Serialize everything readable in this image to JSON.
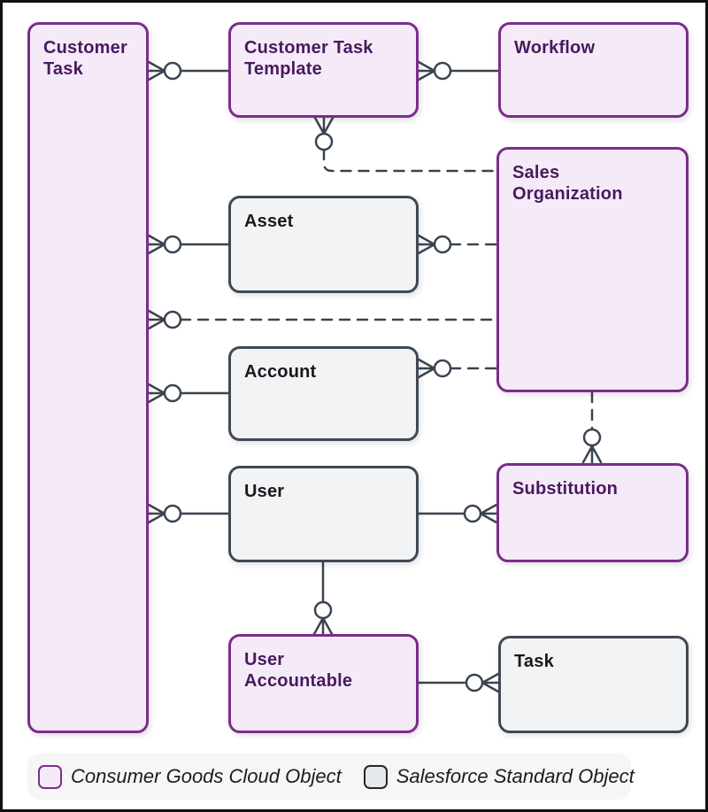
{
  "colors": {
    "purple-border": "#7b2c8b",
    "purple-fill": "#f5ebf8",
    "purple-text": "#481a5e",
    "gray-border": "#3f4954",
    "gray-fill": "#f2f3f4",
    "gray-text": "#17191c",
    "line": "#3a4450",
    "legend-bg": "#f6f6f7",
    "legend-text": "#1b1c1e",
    "frame": "#111111"
  },
  "diagram": {
    "entities": [
      {
        "id": "customer-task",
        "label": "Customer\nTask",
        "type": "consumer-goods-cloud"
      },
      {
        "id": "customer-task-template",
        "label": "Customer Task\nTemplate",
        "type": "consumer-goods-cloud"
      },
      {
        "id": "workflow",
        "label": "Workflow",
        "type": "consumer-goods-cloud"
      },
      {
        "id": "sales-organization",
        "label": "Sales\nOrganization",
        "type": "consumer-goods-cloud"
      },
      {
        "id": "asset",
        "label": "Asset",
        "type": "salesforce-standard"
      },
      {
        "id": "account",
        "label": "Account",
        "type": "salesforce-standard"
      },
      {
        "id": "user",
        "label": "User",
        "type": "salesforce-standard"
      },
      {
        "id": "substitution",
        "label": "Substitution",
        "type": "consumer-goods-cloud"
      },
      {
        "id": "user-accountable",
        "label": "User\nAccountable",
        "type": "consumer-goods-cloud"
      },
      {
        "id": "task",
        "label": "Task",
        "type": "salesforce-standard"
      }
    ],
    "relationships": [
      {
        "from": "customer-task",
        "to": "customer-task-template",
        "line": "solid",
        "crows_foot_side": "customer-task"
      },
      {
        "from": "customer-task-template",
        "to": "workflow",
        "line": "solid",
        "crows_foot_side": "customer-task-template"
      },
      {
        "from": "customer-task-template",
        "to": "sales-organization",
        "line": "dashed",
        "crows_foot_side": "customer-task-template"
      },
      {
        "from": "customer-task",
        "to": "asset",
        "line": "solid",
        "crows_foot_side": "customer-task"
      },
      {
        "from": "asset",
        "to": "sales-organization",
        "line": "dashed",
        "crows_foot_side": "asset"
      },
      {
        "from": "customer-task",
        "to": "sales-organization",
        "line": "dashed",
        "crows_foot_side": "customer-task"
      },
      {
        "from": "customer-task",
        "to": "account",
        "line": "solid",
        "crows_foot_side": "customer-task"
      },
      {
        "from": "account",
        "to": "sales-organization",
        "line": "dashed",
        "crows_foot_side": "account"
      },
      {
        "from": "sales-organization",
        "to": "substitution",
        "line": "dashed",
        "crows_foot_side": "substitution"
      },
      {
        "from": "customer-task",
        "to": "user",
        "line": "solid",
        "crows_foot_side": "customer-task"
      },
      {
        "from": "user",
        "to": "substitution",
        "line": "solid",
        "crows_foot_side": "substitution"
      },
      {
        "from": "user",
        "to": "user-accountable",
        "line": "solid",
        "crows_foot_side": "user-accountable"
      },
      {
        "from": "user-accountable",
        "to": "task",
        "line": "solid",
        "crows_foot_side": "task"
      }
    ]
  },
  "legend": {
    "items": [
      {
        "label": "Consumer Goods Cloud Object",
        "type": "consumer-goods-cloud"
      },
      {
        "label": "Salesforce Standard Object",
        "type": "salesforce-standard"
      }
    ]
  }
}
